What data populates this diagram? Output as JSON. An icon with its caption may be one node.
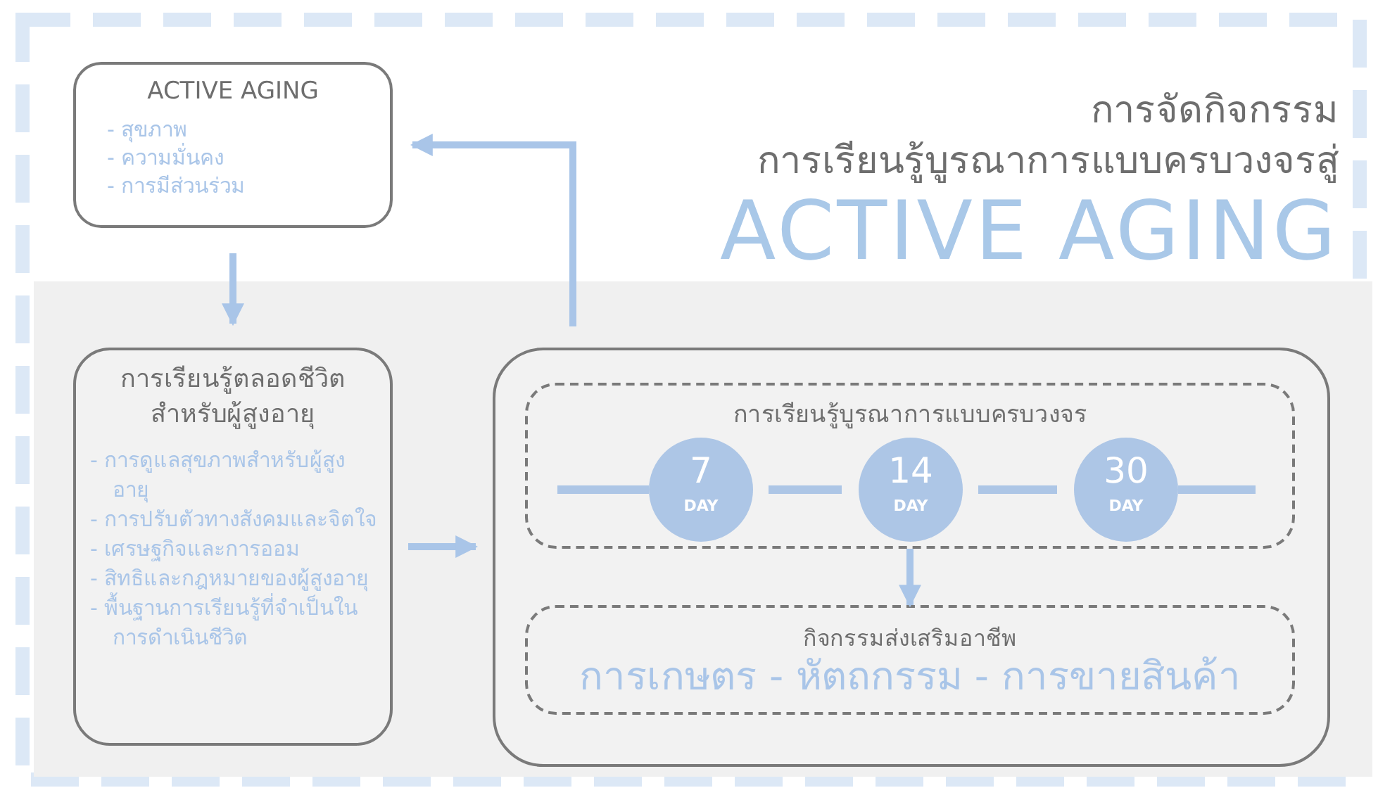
{
  "diagram": {
    "title": "การจัดกิจกรรม",
    "nodes": [
      {
        "text": [
          "ACTIVE AGING",
          "- สุขภาพ",
          "- ความมั่นคง",
          "- การมีส่วนร่วม"
        ]
      },
      {
        "text": [
          "การเรียนรู้ตลอดชีวิตสำหรับผู้สูงอายุ",
          "- การดูแลสุขภาพสำหรับผู้สูงอายุ",
          "- การปรับตัวทางสังคมและจิตใจ",
          "- เศรษฐกิจและการออม",
          "- สิทธิและกฎหมายของผู้สูงอายุ",
          "- พื้นฐานการเรียนรู้ที่จำเป็นในการดำเนินชีวิต"
        ]
      },
      {
        "text": [],
        "shape": "box"
      },
      {
        "text": [
          "การเรียนรู้บูรณาการแบบครบวงจร"
        ],
        "in": 2
      },
      {
        "text": [
          "7",
          "DAY"
        ],
        "in": 3
      },
      {
        "text": [
          "14",
          "DAY"
        ],
        "in": 3
      },
      {
        "text": [
          "30",
          "DAY"
        ],
        "in": 3
      },
      {
        "text": [
          "กิจกรรมส่งเสริมอาชีพ",
          "การเกษตร - หัตถกรรม - การขายสินค้า"
        ],
        "in": 2
      }
    ],
    "edges": [
      {
        "from": 0,
        "to": 1,
        "arrow": "to"
      },
      {
        "from": 1,
        "to": 2,
        "arrow": "to"
      },
      {
        "from": 2,
        "to": 0,
        "arrow": "to"
      },
      {
        "from": 4,
        "to": 5,
        "arrow": "none"
      },
      {
        "from": 5,
        "to": 6,
        "arrow": "none"
      },
      {
        "from": 3,
        "to": 7,
        "arrow": "to"
      }
    ],
    "labels": [
      "การเรียนรู้บูรณาการแบบครบวงจรสู่",
      "ACTIVE AGING"
    ]
  }
}
